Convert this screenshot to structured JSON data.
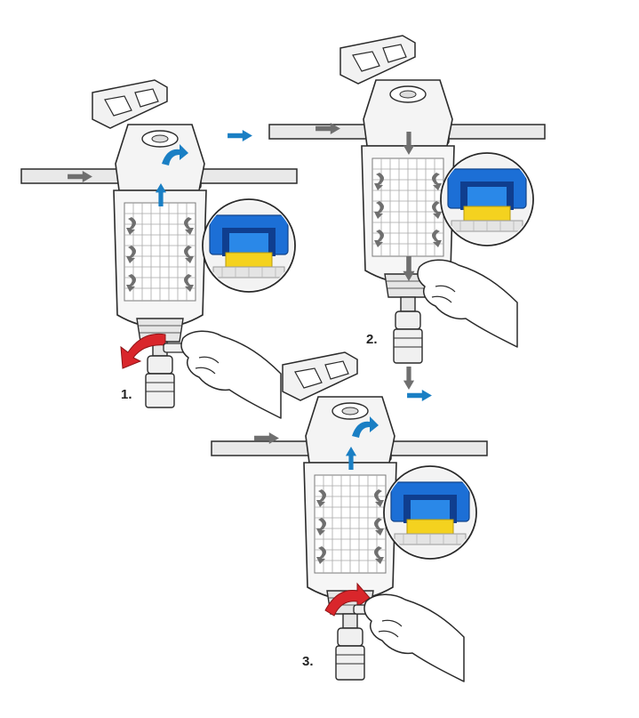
{
  "steps": [
    {
      "label": "1."
    },
    {
      "label": "2."
    },
    {
      "label": "3."
    }
  ],
  "colors": {
    "outline": "#2b2b2b",
    "housing_fill": "#f4f4f4",
    "mesh": "#9a9a9a",
    "flow_blue": "#1a7fc4",
    "flow_grey": "#6f6f6f",
    "valve_red": "#d9262b",
    "detail_blue": "#1c6fd6",
    "detail_yellow": "#f4d21f"
  },
  "icons": [
    "flow-arrow-icon",
    "rotate-arrow-icon",
    "hand-icon",
    "zoom-detail-icon"
  ]
}
